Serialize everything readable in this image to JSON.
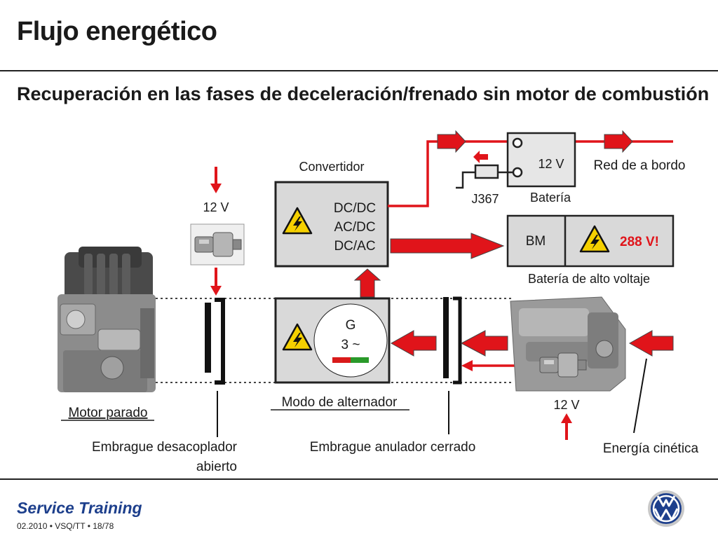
{
  "slide": {
    "title": "Flujo energético",
    "subtitle": "Recuperación en las fases de deceleración/frenado sin motor de combustión"
  },
  "diagram": {
    "converter": {
      "label": "Convertidor",
      "lines": [
        "DC/DC",
        "AC/DC",
        "DC/AC"
      ]
    },
    "battery_12v": {
      "voltage": "12 V",
      "label": "Batería",
      "relay": "J367",
      "network": "Red de a bordo"
    },
    "hv_battery": {
      "module": "BM",
      "warning_voltage": "288 V!",
      "label": "Batería de alto voltaje"
    },
    "generator": {
      "symbol": "G",
      "phase": "3 ~",
      "mode": "Modo de alternador"
    },
    "engine": {
      "state": "Motor parado",
      "starter_voltage": "12 V"
    },
    "clutches": {
      "decoupling": [
        "Embrague desacoplador",
        "abierto"
      ],
      "bridging": "Embrague anulador cerrado"
    },
    "gearbox": {
      "starter_voltage": "12 V",
      "energy": "Energía cinética"
    },
    "colors": {
      "arrow": "#e0141a",
      "box_fill": "#d9d9d9",
      "warning": "#f5d000",
      "hv_text": "#e0141a"
    }
  },
  "footer": {
    "brand": "Service Training",
    "meta": "02.2010 • VSQ/TT • 18/78",
    "logo": "vw-logo"
  }
}
